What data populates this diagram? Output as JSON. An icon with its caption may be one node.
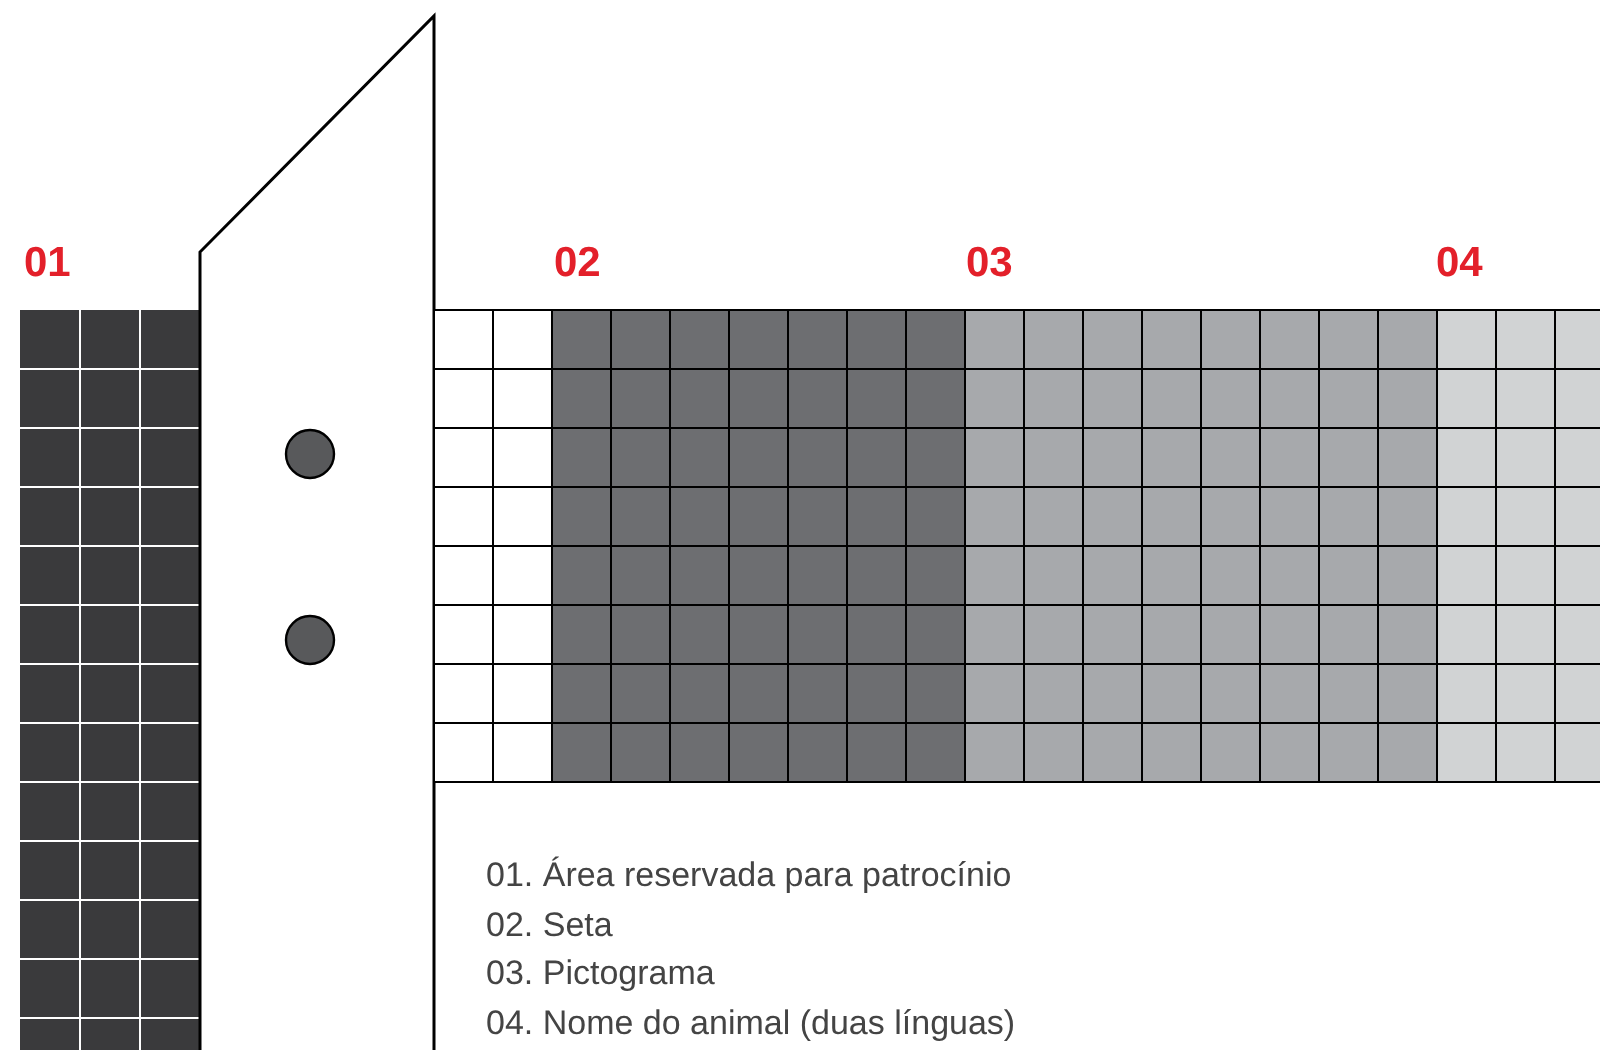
{
  "diagram": {
    "labels": [
      "01",
      "02",
      "03",
      "04",
      "01. Área reservada para patrocínio",
      "02. Seta",
      "03. Pictograma",
      "04. Nome do animal (duas línguas)"
    ]
  }
}
